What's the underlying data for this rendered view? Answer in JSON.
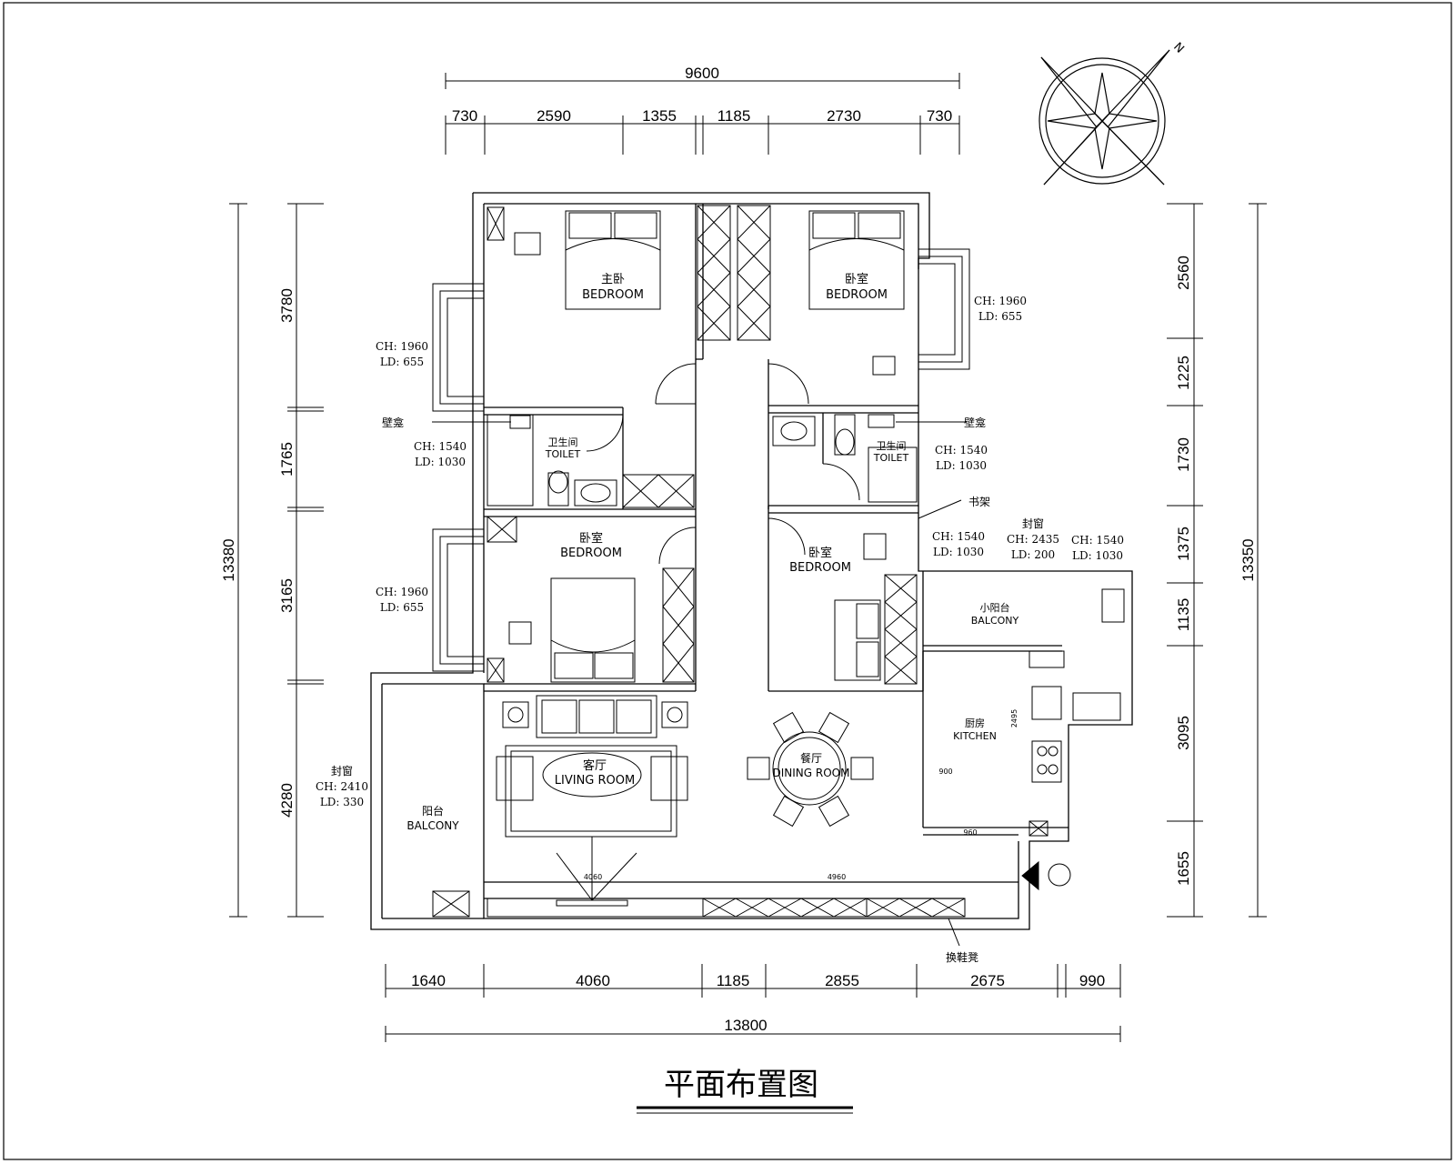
{
  "title": "平面布置图",
  "dimensions": {
    "top_total": "9600",
    "top": [
      "730",
      "2590",
      "1355",
      "1185",
      "2730",
      "730"
    ],
    "bottom_total": "13800",
    "bottom": [
      "1640",
      "4060",
      "1185",
      "2855",
      "2675",
      "990"
    ],
    "left_total": "13380",
    "left": [
      "3780",
      "1765",
      "3165",
      "4280"
    ],
    "right_total": "13350",
    "right": [
      "2560",
      "1225",
      "1730",
      "1375",
      "1135",
      "3095",
      "1655"
    ]
  },
  "rooms": {
    "master_bedroom_cn": "主卧",
    "master_bedroom_en": "BEDROOM",
    "bedroom2_cn": "卧室",
    "bedroom2_en": "BEDROOM",
    "bedroom3_cn": "卧室",
    "bedroom3_en": "BEDROOM",
    "bedroom4_cn": "卧室",
    "bedroom4_en": "BEDROOM",
    "toilet1_cn": "卫生间",
    "toilet1_en": "TOILET",
    "toilet2_cn": "卫生间",
    "toilet2_en": "TOILET",
    "living_cn": "客厅",
    "living_en": "LIVING ROOM",
    "dining_cn": "餐厅",
    "dining_en": "DINING ROOM",
    "kitchen_cn": "厨房",
    "kitchen_en": "KITCHEN",
    "small_balcony_cn": "小阳台",
    "small_balcony_en": "BALCONY",
    "balcony_cn": "阳台",
    "balcony_en": "BALCONY"
  },
  "annotations": {
    "niche_left": "壁龛",
    "niche_right": "壁龛",
    "bookshelf": "书架",
    "shoe_bench": "换鞋凳",
    "sealed_window1": "封窗",
    "sealed_window2": "封窗",
    "ch1960_a": "CH: 1960",
    "ld655_a": "LD: 655",
    "ch1960_b": "CH: 1960",
    "ld655_b": "LD: 655",
    "ch1960_c": "CH: 1960",
    "ld655_c": "LD: 655",
    "ch1540_a": "CH: 1540",
    "ld1030_a": "LD: 1030",
    "ch1540_b": "CH: 1540",
    "ld1030_b": "LD: 1030",
    "ch1540_c": "CH: 1540",
    "ld1030_c": "LD: 1030",
    "ch1540_d": "CH: 1540",
    "ld1030_d": "LD: 1030",
    "ch2435": "CH: 2435",
    "ld200": "LD: 200",
    "ch2410": "CH: 2410",
    "ld330": "LD: 330"
  },
  "small_dims": {
    "tv_wall": "4060",
    "cabinet": "4960",
    "kitchen_w": "900",
    "kitchen_v": "2495",
    "entry": "960"
  }
}
